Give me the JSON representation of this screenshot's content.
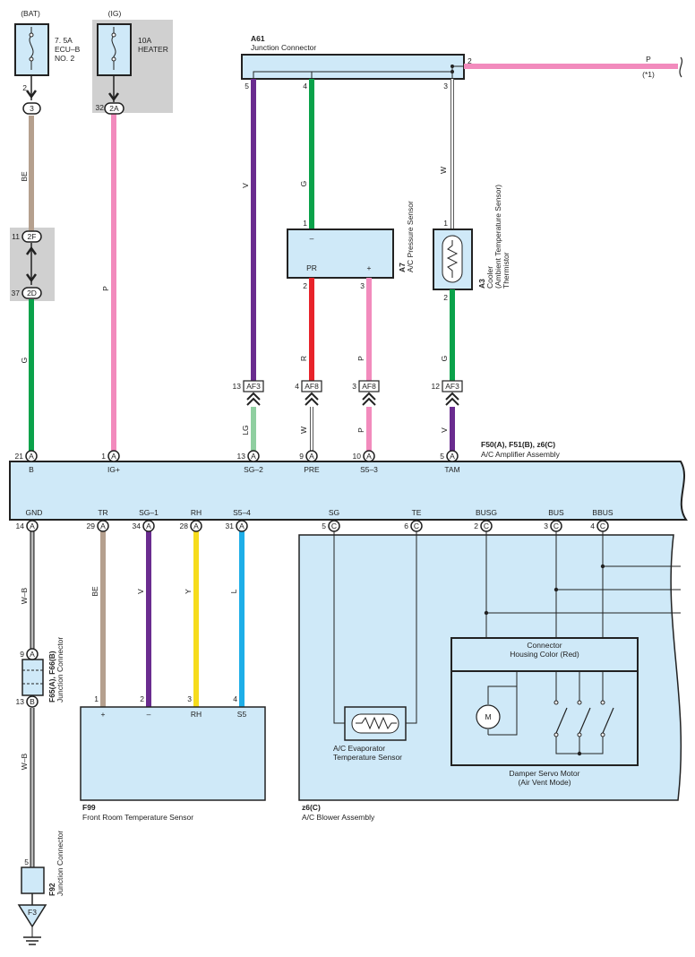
{
  "sources": {
    "bat": "(BAT)",
    "ig": "(IG)",
    "fuse1": [
      "7. 5A",
      "ECU–B",
      "NO. 2"
    ],
    "fuse2": [
      "10A",
      "HEATER"
    ],
    "fuse1_pin": "2",
    "fuse2_pin": "32"
  },
  "connectors": {
    "c3": "3",
    "c2a": "2A",
    "c2f": "2F",
    "c2d": "2D",
    "pin11": "11",
    "pin37": "37"
  },
  "a61": {
    "id": "A61",
    "name": "Junction Connector",
    "pin2": "2",
    "pin5": "5",
    "pin4": "4",
    "pin3": "3",
    "out_wire": "P",
    "out_note": "(*1)"
  },
  "a7": {
    "id": "A7",
    "name": "A/C Pressure Sensor",
    "t_minus": "–",
    "t_pr": "PR",
    "t_plus": "+",
    "pin1": "1",
    "pin2": "2",
    "pin3": "3"
  },
  "a3": {
    "id": "A3",
    "name": [
      "Cooler",
      "(Ambient Temperature Sensor)",
      "Thermistor"
    ],
    "pin1": "1",
    "pin2": "2"
  },
  "wires": {
    "be": "BE",
    "g": "G",
    "p": "P",
    "v": "V",
    "w": "W",
    "r": "R",
    "lg": "LG",
    "y": "Y",
    "l": "L",
    "wb": "W–B"
  },
  "af": {
    "af3": "AF3",
    "af8": "AF8",
    "p13": "13",
    "p4": "4",
    "p3": "3",
    "p12": "12"
  },
  "amp": {
    "id": "F50(A), F51(B), z6(C)",
    "name": "A/C Amplifier Assembly",
    "top_pins": [
      "21",
      "1",
      "13",
      "9",
      "10",
      "5"
    ],
    "top_terms": [
      "B",
      "IG+",
      "SG–2",
      "PRE",
      "S5–3",
      "TAM"
    ],
    "bottom_terms": [
      "GND",
      "TR",
      "SG–1",
      "RH",
      "S5–4",
      "SG",
      "TE",
      "BUSG",
      "BUS",
      "BBUS"
    ],
    "bottom_pins": [
      "14",
      "29",
      "34",
      "28",
      "31",
      "5",
      "6",
      "2",
      "3",
      "4"
    ],
    "conn_a": "A",
    "conn_b": "B",
    "conn_c": "C"
  },
  "f65": {
    "id": "F65(A), F66(B)",
    "name": "Junction Connector",
    "pin9": "9",
    "pin13": "13"
  },
  "f99": {
    "id": "F99",
    "name": "Front Room Temperature Sensor",
    "pins": [
      "1",
      "2",
      "3",
      "4"
    ],
    "terms": [
      "+",
      "–",
      "RH",
      "S5"
    ]
  },
  "z6": {
    "id": "z6(C)",
    "name": "A/C Blower Assembly",
    "evap": [
      "A/C Evaporator",
      "Temperature Sensor"
    ],
    "conn": [
      "Connector",
      "Housing Color (Red)"
    ],
    "motor_symbol": "M",
    "servo": [
      "Damper Servo Motor",
      "(Air Vent Mode)"
    ]
  },
  "f92": {
    "id": "F92",
    "name": "Junction Connector",
    "pin5": "5",
    "ground": "F3"
  },
  "colors": {
    "box_fill": "#cfe9f8",
    "gray": "#d0d0d0",
    "BE": "#b5a08e",
    "G": "#0aa24a",
    "P": "#f28bbd",
    "V": "#6a2c8f",
    "R": "#e8232a",
    "LG": "#8fcfa0",
    "Y": "#f6dc1c",
    "L": "#1eaee8",
    "W": "#ffffff"
  }
}
